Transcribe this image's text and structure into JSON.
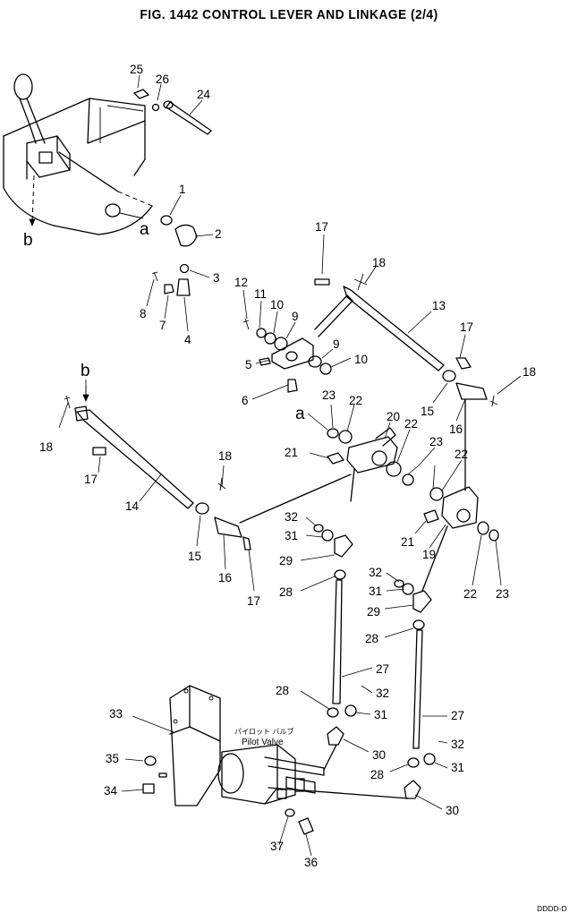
{
  "title": "FIG. 1442   CONTROL LEVER AND LINKAGE (2/4)",
  "pilot_valve_jp": "パイロット バルブ",
  "pilot_valve_en": "Pilot Valve",
  "corner_code": "DDDD-D",
  "callouts": [
    {
      "id": "c25",
      "text": "25"
    },
    {
      "id": "c26",
      "text": "26"
    },
    {
      "id": "c24",
      "text": "24"
    },
    {
      "id": "c1",
      "text": "1"
    },
    {
      "id": "c2",
      "text": "2"
    },
    {
      "id": "c3",
      "text": "3"
    },
    {
      "id": "c4",
      "text": "4"
    },
    {
      "id": "c7",
      "text": "7"
    },
    {
      "id": "c8",
      "text": "8"
    },
    {
      "id": "ca1",
      "text": "a"
    },
    {
      "id": "cb1",
      "text": "b"
    },
    {
      "id": "c17a",
      "text": "17"
    },
    {
      "id": "c18a",
      "text": "18"
    },
    {
      "id": "c13",
      "text": "13"
    },
    {
      "id": "c12",
      "text": "12"
    },
    {
      "id": "c11",
      "text": "11"
    },
    {
      "id": "c10a",
      "text": "10"
    },
    {
      "id": "c9a",
      "text": "9"
    },
    {
      "id": "c9b",
      "text": "9"
    },
    {
      "id": "c10b",
      "text": "10"
    },
    {
      "id": "c5",
      "text": "5"
    },
    {
      "id": "c6",
      "text": "6"
    },
    {
      "id": "c17b",
      "text": "17"
    },
    {
      "id": "c18b",
      "text": "18"
    },
    {
      "id": "c15a",
      "text": "15"
    },
    {
      "id": "c16a",
      "text": "16"
    },
    {
      "id": "ca2",
      "text": "a"
    },
    {
      "id": "c23a",
      "text": "23"
    },
    {
      "id": "c22a",
      "text": "22"
    },
    {
      "id": "c20",
      "text": "20"
    },
    {
      "id": "c22b",
      "text": "22"
    },
    {
      "id": "c23b",
      "text": "23"
    },
    {
      "id": "c22c",
      "text": "22"
    },
    {
      "id": "c21a",
      "text": "21"
    },
    {
      "id": "c21b",
      "text": "21"
    },
    {
      "id": "c19",
      "text": "19"
    },
    {
      "id": "c22d",
      "text": "22"
    },
    {
      "id": "c23c",
      "text": "23"
    },
    {
      "id": "cb2",
      "text": "b"
    },
    {
      "id": "c18c",
      "text": "18"
    },
    {
      "id": "c17c",
      "text": "17"
    },
    {
      "id": "c14",
      "text": "14"
    },
    {
      "id": "c18d",
      "text": "18"
    },
    {
      "id": "c15b",
      "text": "15"
    },
    {
      "id": "c16b",
      "text": "16"
    },
    {
      "id": "c17d",
      "text": "17"
    },
    {
      "id": "c32a",
      "text": "32"
    },
    {
      "id": "c31a",
      "text": "31"
    },
    {
      "id": "c29a",
      "text": "29"
    },
    {
      "id": "c28a",
      "text": "28"
    },
    {
      "id": "c32b",
      "text": "32"
    },
    {
      "id": "c31b",
      "text": "31"
    },
    {
      "id": "c29b",
      "text": "29"
    },
    {
      "id": "c28b",
      "text": "28"
    },
    {
      "id": "c27a",
      "text": "27"
    },
    {
      "id": "c28c",
      "text": "28"
    },
    {
      "id": "c32c",
      "text": "32"
    },
    {
      "id": "c31c",
      "text": "31"
    },
    {
      "id": "c30a",
      "text": "30"
    },
    {
      "id": "c27b",
      "text": "27"
    },
    {
      "id": "c32d",
      "text": "32"
    },
    {
      "id": "c28d",
      "text": "28"
    },
    {
      "id": "c31d",
      "text": "31"
    },
    {
      "id": "c30b",
      "text": "30"
    },
    {
      "id": "c33",
      "text": "33"
    },
    {
      "id": "c35",
      "text": "35"
    },
    {
      "id": "c34",
      "text": "34"
    },
    {
      "id": "c37",
      "text": "37"
    },
    {
      "id": "c36",
      "text": "36"
    }
  ]
}
